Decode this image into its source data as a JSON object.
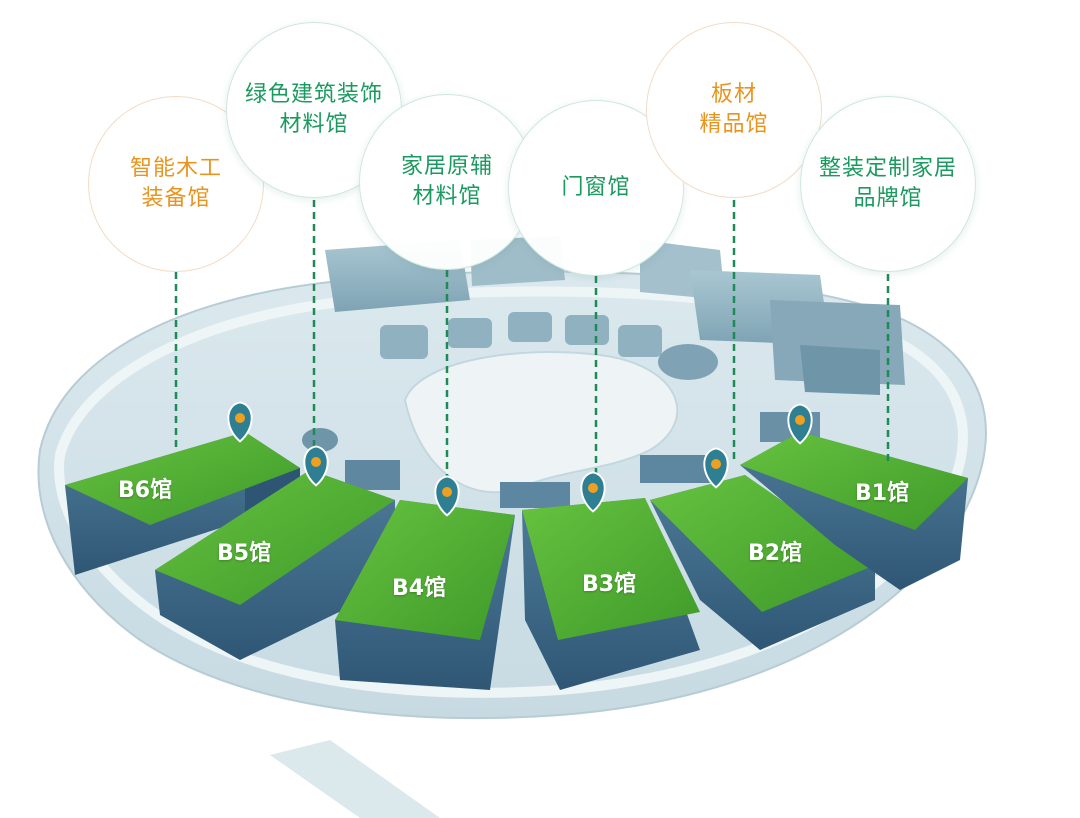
{
  "halls": [
    {
      "id": "B6",
      "label": "B6馆"
    },
    {
      "id": "B5",
      "label": "B5馆"
    },
    {
      "id": "B4",
      "label": "B4馆"
    },
    {
      "id": "B3",
      "label": "B3馆"
    },
    {
      "id": "B2",
      "label": "B2馆"
    },
    {
      "id": "B1",
      "label": "B1馆"
    }
  ],
  "bubbles": [
    {
      "label": "智能木工\n装备馆",
      "tone": "orange"
    },
    {
      "label": "绿色建筑装饰\n材料馆",
      "tone": "green"
    },
    {
      "label": "家居原辅\n材料馆",
      "tone": "green"
    },
    {
      "label": "门窗馆",
      "tone": "green"
    },
    {
      "label": "板材\n精品馆",
      "tone": "orange"
    },
    {
      "label": "整装定制家居\n品牌馆",
      "tone": "green"
    }
  ],
  "colors": {
    "roof_green": "#4aa431",
    "roof_green_light": "#5cb83a",
    "wall_blue": "#3d6a89",
    "wall_blue_dark": "#2e5674",
    "pin_teal": "#2f7f93",
    "pin_dot": "#f0a020",
    "leader_line": "#1f8a55",
    "bubble_orange_text": "#e8941f",
    "bubble_green_text": "#1a9a5f"
  },
  "icons": {
    "pin": "map-pin-icon"
  }
}
